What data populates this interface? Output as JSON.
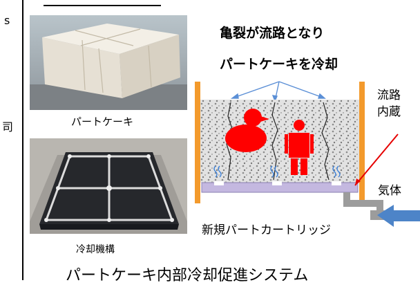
{
  "left_margin_text": [
    "s",
    "司"
  ],
  "photo1_caption": "パートケーキ",
  "photo2_caption": "冷却機構",
  "heading_line1": "亀裂が流路となり",
  "heading_line2": "パートケーキを冷却",
  "label_channel": "流路\n内蔵",
  "label_gas": "気体",
  "label_cartridge": "新規パートカートリッジ",
  "bottom_caption": "パートケーキ内部冷却促進システム",
  "colors": {
    "orange": "#f39a2c",
    "lavender": "#c4b8e0",
    "gray": "#9c9c9c",
    "blue": "#4d84c8",
    "red": "#ff0000"
  }
}
